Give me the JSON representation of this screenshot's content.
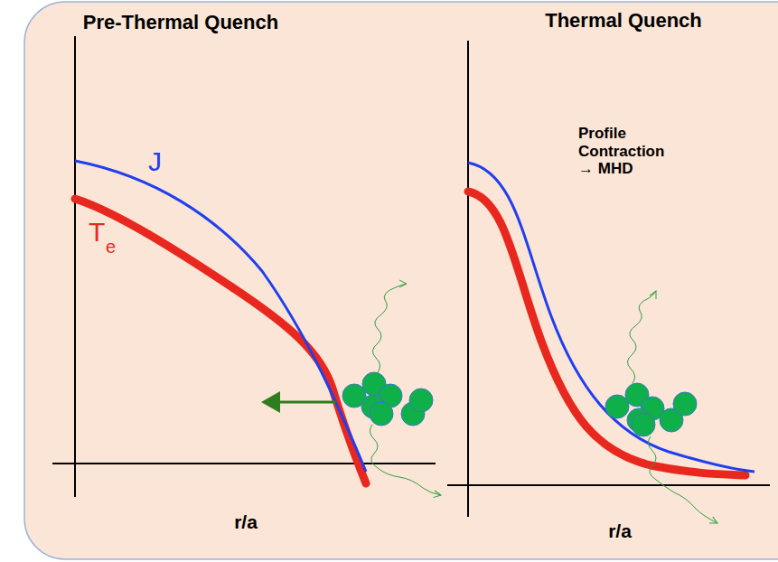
{
  "diagram": {
    "labels": [
      "Pre-Thermal Quench",
      "Thermal Quench",
      "J",
      "T",
      "e",
      "Profile Contraction → MHD",
      "r/a",
      "r/a"
    ]
  }
}
